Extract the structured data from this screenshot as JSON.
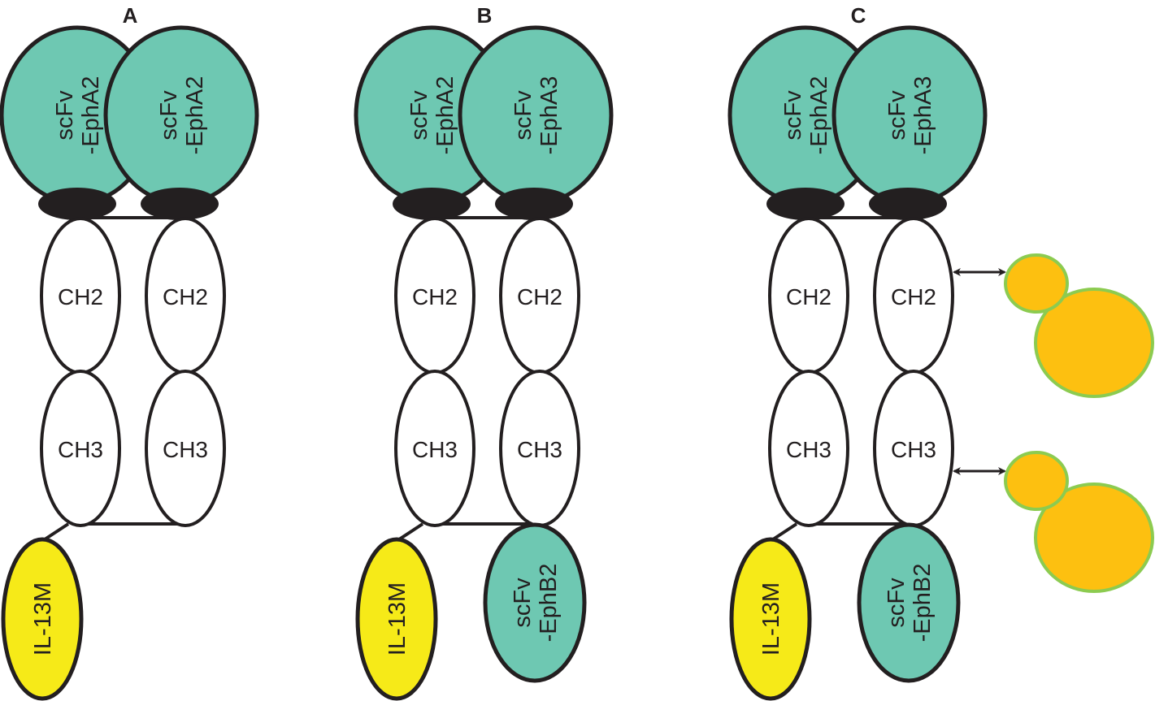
{
  "colors": {
    "scfv": "#6ec8b2",
    "il13m": "#f6ea18",
    "hinge": "#231f20",
    "outline": "#231f20",
    "ch_fill": "#ffffff",
    "cell_fill": "#fdc010",
    "cell_outline": "#8ccb50"
  },
  "panels": [
    {
      "title": "A",
      "top_left": [
        "scFv",
        "-EphA2"
      ],
      "top_right": [
        "scFv",
        "-EphA2"
      ],
      "ch2": "CH2",
      "ch3": "CH3",
      "bottom_left": [
        "IL-13M"
      ],
      "bottom_right": null,
      "cells": false
    },
    {
      "title": "B",
      "top_left": [
        "scFv",
        "-EphA2"
      ],
      "top_right": [
        "scFv",
        "-EphA3"
      ],
      "ch2": "CH2",
      "ch3": "CH3",
      "bottom_left": [
        "IL-13M"
      ],
      "bottom_right": [
        "scFv",
        "-EphB2"
      ],
      "cells": false
    },
    {
      "title": "C",
      "top_left": [
        "scFv",
        "-EphA2"
      ],
      "top_right": [
        "scFv",
        "-EphA3"
      ],
      "ch2": "CH2",
      "ch3": "CH3",
      "bottom_left": [
        "IL-13M"
      ],
      "bottom_right": [
        "scFv",
        "-EphB2"
      ],
      "cells": true
    }
  ]
}
